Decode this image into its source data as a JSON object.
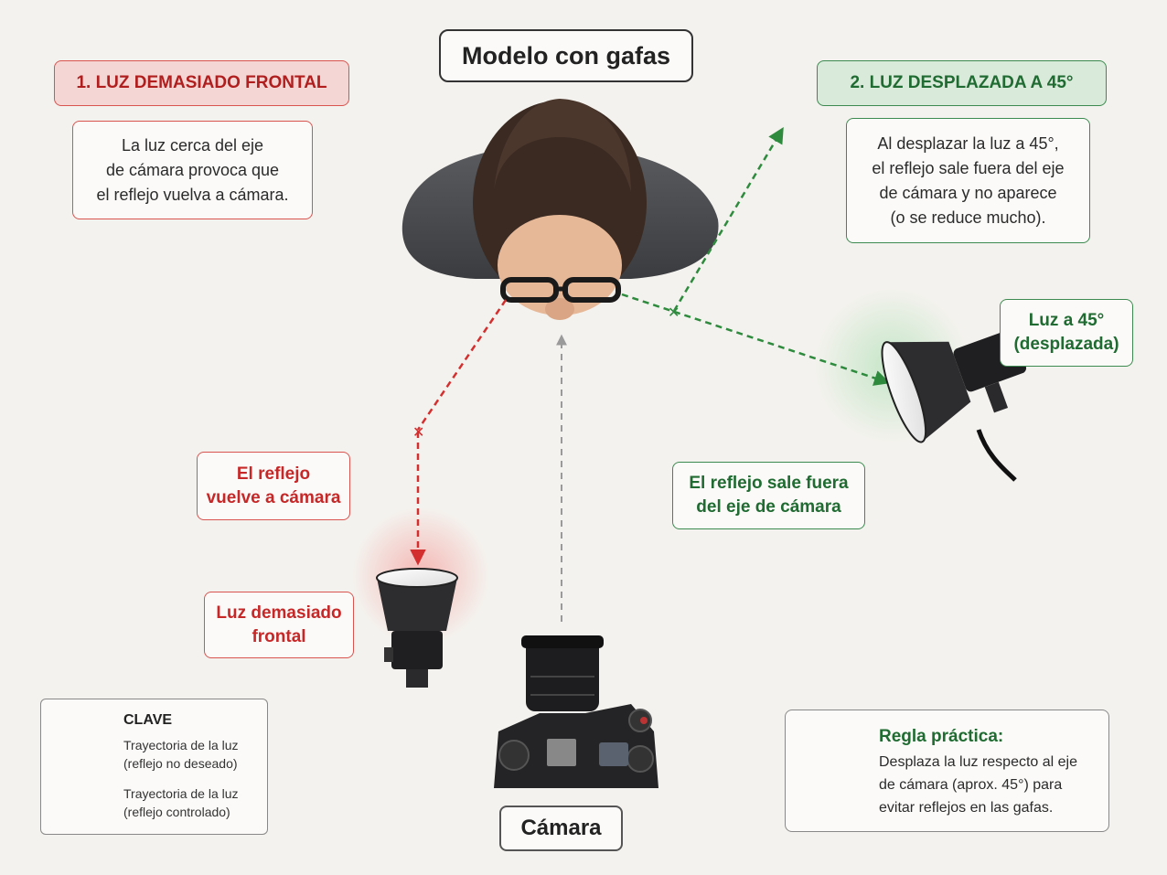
{
  "title": "Modelo con gafas",
  "left_section": {
    "header": "1.  LUZ DEMASIADO FRONTAL",
    "description": [
      "La luz cerca del eje",
      "de cámara provoca que",
      "el reflejo vuelva a cámara."
    ],
    "reflection_label": [
      "El reflejo",
      "vuelve a cámara"
    ],
    "light_label": [
      "Luz demasiado",
      "frontal"
    ]
  },
  "right_section": {
    "header": "2. LUZ DESPLAZADA A 45°",
    "description": [
      "Al desplazar la luz a 45°,",
      "el reflejo sale fuera del eje",
      "de cámara y no aparece",
      "(o se reduce mucho)."
    ],
    "light_label": [
      "Luz a 45°",
      "(desplazada)"
    ],
    "reflection_label": [
      "El reflejo sale fuera",
      "del eje de cámara"
    ]
  },
  "camera_label": "Cámara",
  "key": {
    "title": "CLAVE",
    "items": [
      {
        "text": [
          "Trayectoria de la luz",
          "(reflejo no deseado)"
        ],
        "color": "#d32f2f"
      },
      {
        "text": [
          "Trayectoria de la luz",
          "(reflejo controlado)"
        ],
        "color": "#2e8b3e"
      }
    ]
  },
  "rule": {
    "title": "Regla práctica:",
    "text": [
      "Desplaza la luz respecto al eje",
      "de cámara (aprox. 45°) para",
      "evitar reflejos en las gafas."
    ],
    "icon": "lightbulb-icon"
  },
  "colors": {
    "red": "#d32f2f",
    "green": "#2e8b3e",
    "gray": "#9a9a9a"
  }
}
